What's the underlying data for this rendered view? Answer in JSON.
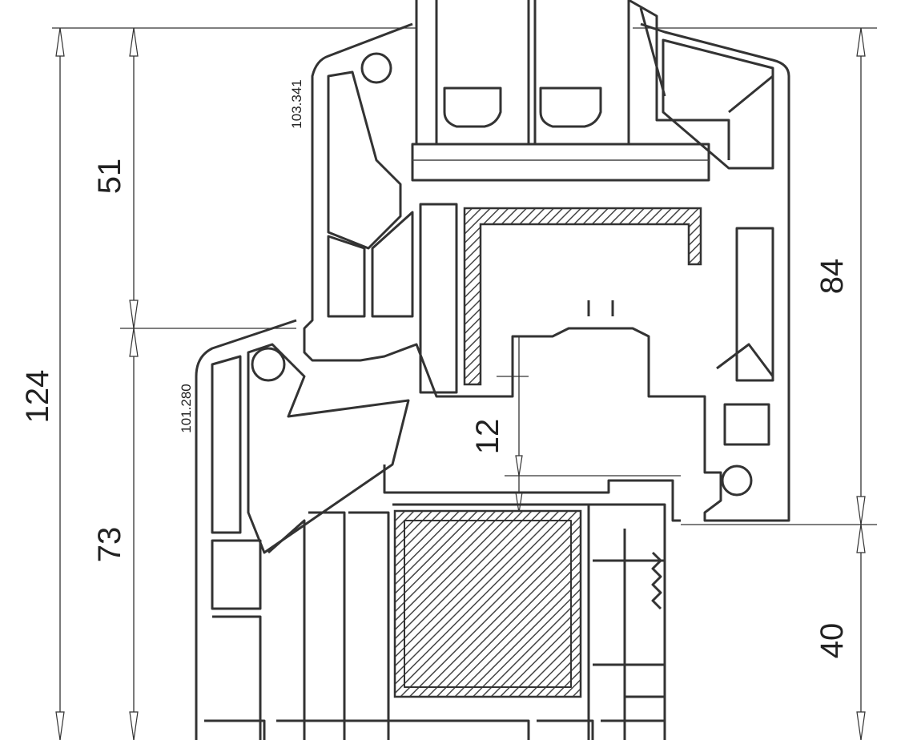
{
  "drawing": {
    "dimensions": {
      "total_height": "124",
      "sash_upper": "51",
      "frame_lower": "73",
      "sash_right": "84",
      "frame_right": "40",
      "overlap": "12"
    },
    "profile_codes": {
      "sash": "103.341",
      "frame": "101.280"
    }
  }
}
